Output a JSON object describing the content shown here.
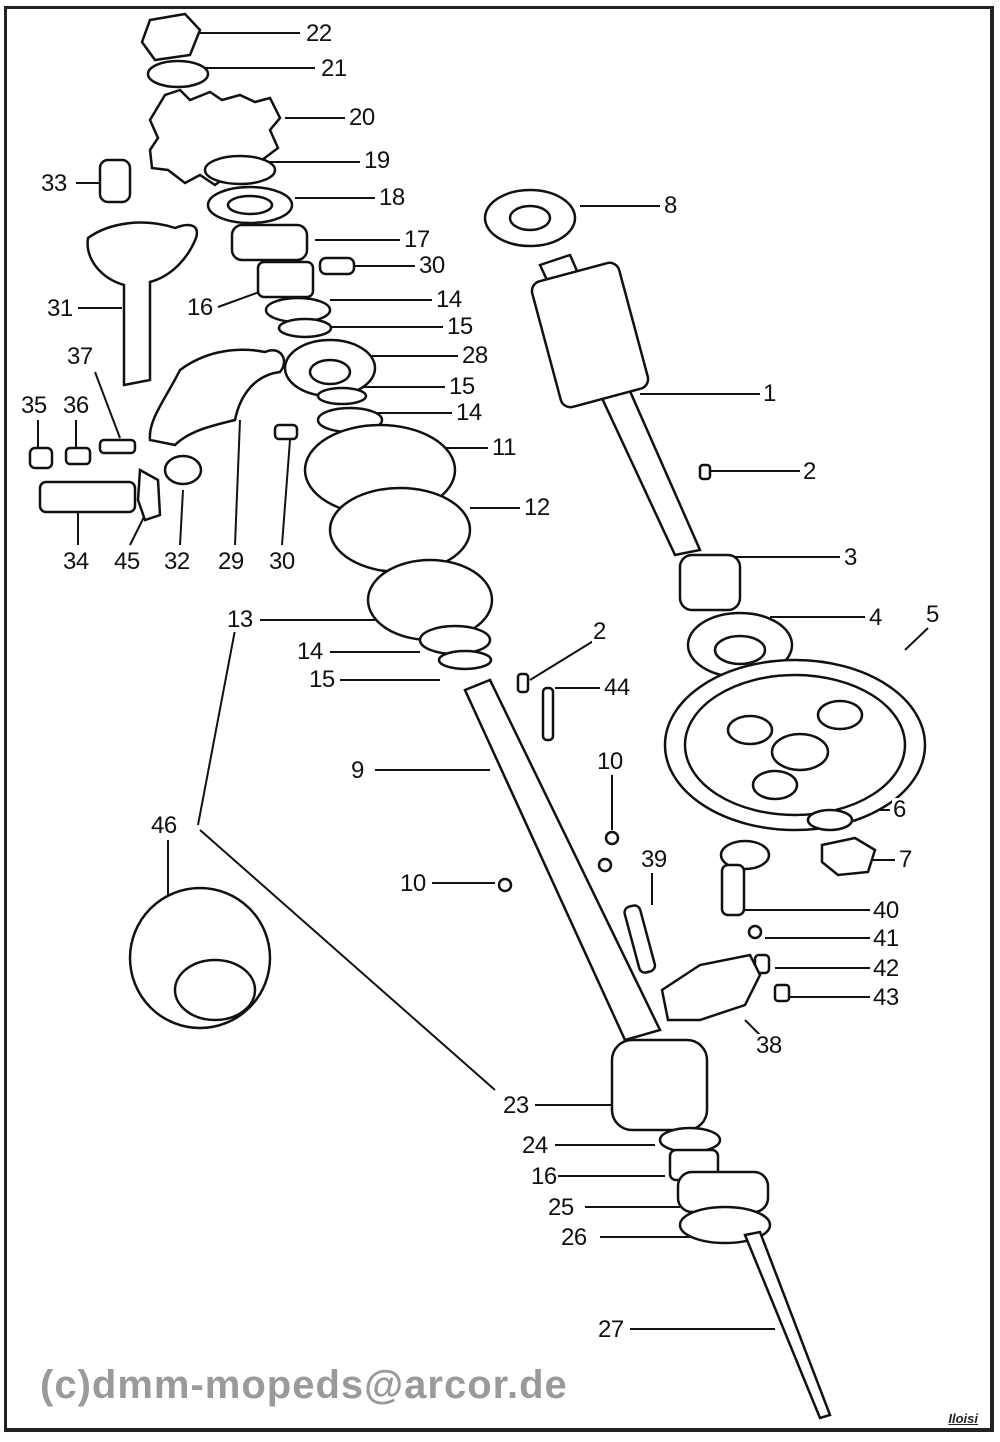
{
  "diagram": {
    "type": "exploded-parts-view",
    "parts": [
      "1",
      "2",
      "3",
      "4",
      "5",
      "6",
      "7",
      "8",
      "9",
      "10",
      "11",
      "12",
      "13",
      "14",
      "15",
      "16",
      "17",
      "18",
      "19",
      "20",
      "21",
      "22",
      "23",
      "24",
      "25",
      "26",
      "27",
      "28",
      "29",
      "30",
      "31",
      "32",
      "33",
      "34",
      "35",
      "36",
      "37",
      "38",
      "39",
      "40",
      "41",
      "42",
      "43",
      "44",
      "45",
      "46"
    ],
    "labels": {
      "p1": "1",
      "p2a": "2",
      "p2b": "2",
      "p3": "3",
      "p4": "4",
      "p5": "5",
      "p6": "6",
      "p7": "7",
      "p8": "8",
      "p9": "9",
      "p10a": "10",
      "p10b": "10",
      "p11": "11",
      "p12": "12",
      "p13": "13",
      "p14a": "14",
      "p14b": "14",
      "p14c": "14",
      "p15a": "15",
      "p15b": "15",
      "p15c": "15",
      "p16a": "16",
      "p16b": "16",
      "p17": "17",
      "p18": "18",
      "p19": "19",
      "p20": "20",
      "p21": "21",
      "p22": "22",
      "p23": "23",
      "p24": "24",
      "p25": "25",
      "p26": "26",
      "p27": "27",
      "p28": "28",
      "p29": "29",
      "p30a": "30",
      "p30b": "30",
      "p31": "31",
      "p32": "32",
      "p33": "33",
      "p34": "34",
      "p35": "35",
      "p36": "36",
      "p37": "37",
      "p38": "38",
      "p39": "39",
      "p40": "40",
      "p41": "41",
      "p42": "42",
      "p43": "43",
      "p44": "44",
      "p45": "45",
      "p46": "46"
    },
    "watermark": "(c)dmm-mopeds@arcor.de",
    "signature": "Iloisi",
    "colors": {
      "ink": "#111111",
      "watermark": "#969696",
      "paper": "#ffffff"
    }
  }
}
